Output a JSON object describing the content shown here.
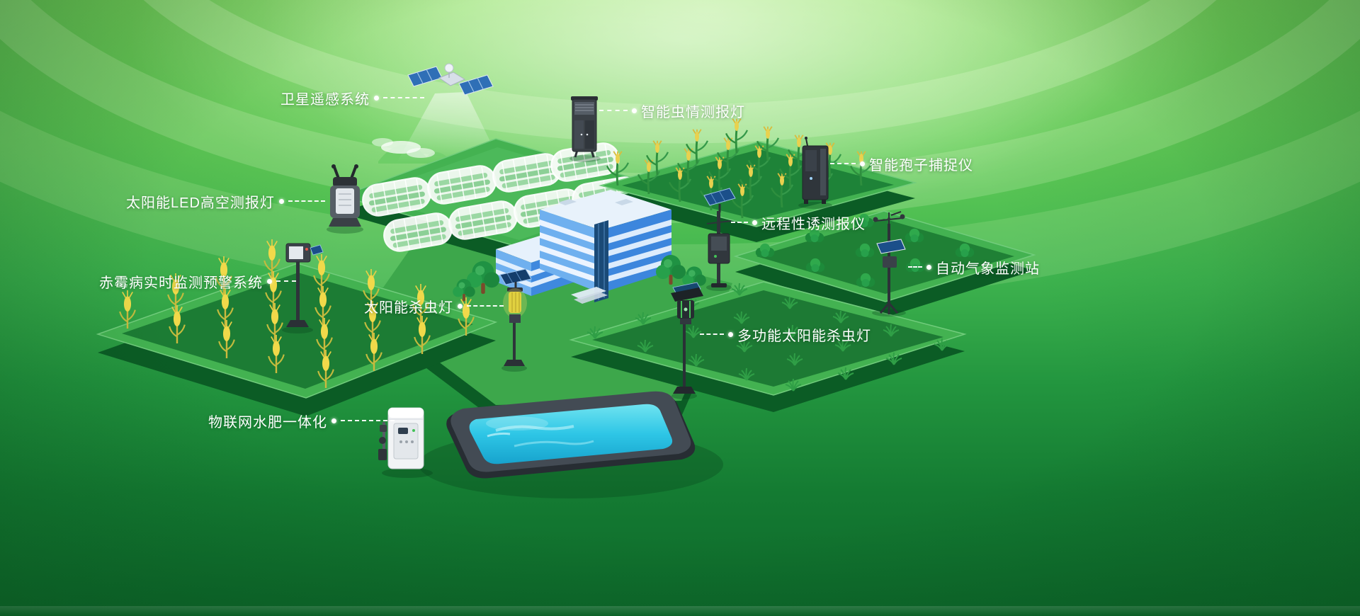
{
  "labels": [
    {
      "id": "satellite-remote-sensing",
      "text": "卫星遥感系统"
    },
    {
      "id": "insect-monitoring-lamp",
      "text": "智能虫情测报灯"
    },
    {
      "id": "spore-catcher",
      "text": "智能孢子捕捉仪"
    },
    {
      "id": "solar-led-aerial-lamp",
      "text": "太阳能LED高空测报灯"
    },
    {
      "id": "remote-pheromone-monitor",
      "text": "远程性诱测报仪"
    },
    {
      "id": "auto-weather-station",
      "text": "自动气象监测站"
    },
    {
      "id": "scab-realtime-warning",
      "text": "赤霉病实时监测预警系统"
    },
    {
      "id": "solar-insecticidal-lamp",
      "text": "太阳能杀虫灯"
    },
    {
      "id": "multifunction-solar-insecticidal-lamp",
      "text": "多功能太阳能杀虫灯"
    },
    {
      "id": "iot-water-fertilizer",
      "text": "物联网水肥一体化"
    }
  ],
  "colors": {
    "background_top": "#86dd60",
    "background_bottom": "#0d672a",
    "platform_rim": "#43b251",
    "platform_side": "#0b5c25",
    "field_green": "#1e8338",
    "building_blue": "#3c86dd",
    "building_light_blue": "#6fb0ef",
    "pool_frame": "#272d33",
    "water_cyan": "#2ec6e6",
    "wheat_yellow": "#f0d94a",
    "solar_panel_blue": "#1b4f8a",
    "label_text": "#ffffff"
  }
}
